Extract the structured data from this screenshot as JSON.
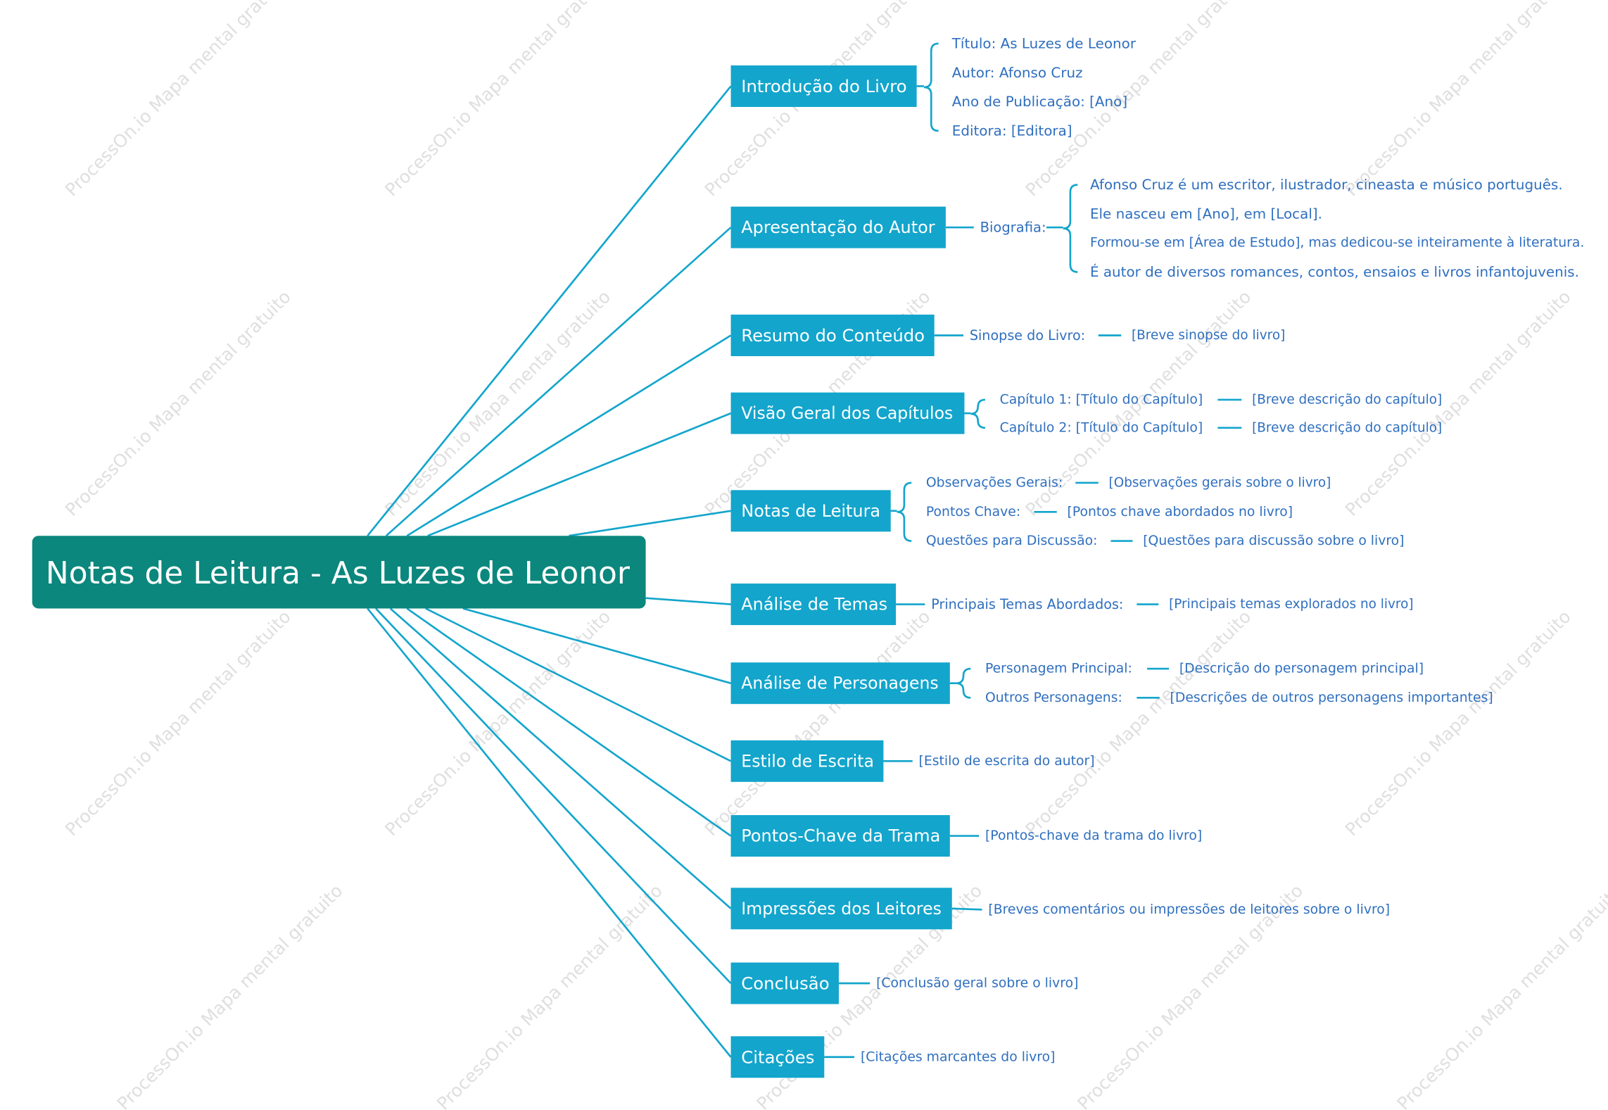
{
  "root": {
    "text": "Notas de Leitura - As Luzes de Leonor"
  },
  "watermark": "ProcessOn.io Mapa mental gratuito",
  "colors": {
    "root": "#0b877d",
    "branch": "#13a5cc",
    "line": "#13a5cc",
    "leaf_text": "#2f6fbf"
  },
  "branches": [
    {
      "label": "Introdução do Livro",
      "children": [
        {
          "text": "Título: As Luzes de Leonor"
        },
        {
          "text": "Autor: Afonso Cruz"
        },
        {
          "text": "Ano de Publicação: [Ano]"
        },
        {
          "text": "Editora: [Editora]"
        }
      ]
    },
    {
      "label": "Apresentação do Autor",
      "children": [
        {
          "text": "Biografia:",
          "children": [
            {
              "text": "Afonso Cruz é um escritor, ilustrador, cineasta e músico português."
            },
            {
              "text": "Ele nasceu em [Ano], em [Local]."
            },
            {
              "text": "Formou-se em [Área de Estudo], mas dedicou-se inteiramente à literatura."
            },
            {
              "text": "É autor de diversos romances, contos, ensaios e livros infantojuvenis."
            }
          ]
        }
      ]
    },
    {
      "label": "Resumo do Conteúdo",
      "children": [
        {
          "text": "Sinopse do Livro:",
          "children": [
            {
              "text": "[Breve sinopse do livro]"
            }
          ]
        }
      ]
    },
    {
      "label": "Visão Geral dos Capítulos",
      "children": [
        {
          "text": "Capítulo 1: [Título do Capítulo]",
          "children": [
            {
              "text": "[Breve descrição do capítulo]"
            }
          ]
        },
        {
          "text": "Capítulo 2: [Título do Capítulo]",
          "children": [
            {
              "text": "[Breve descrição do capítulo]"
            }
          ]
        }
      ]
    },
    {
      "label": "Notas de Leitura",
      "children": [
        {
          "text": "Observações Gerais:",
          "children": [
            {
              "text": "[Observações gerais sobre o livro]"
            }
          ]
        },
        {
          "text": "Pontos Chave:",
          "children": [
            {
              "text": "[Pontos chave abordados no livro]"
            }
          ]
        },
        {
          "text": "Questões para Discussão:",
          "children": [
            {
              "text": "[Questões para discussão sobre o livro]"
            }
          ]
        }
      ]
    },
    {
      "label": "Análise de Temas",
      "children": [
        {
          "text": "Principais Temas Abordados:",
          "children": [
            {
              "text": "[Principais temas explorados no livro]"
            }
          ]
        }
      ]
    },
    {
      "label": "Análise de Personagens",
      "children": [
        {
          "text": "Personagem Principal:",
          "children": [
            {
              "text": "[Descrição do personagem principal]"
            }
          ]
        },
        {
          "text": "Outros Personagens:",
          "children": [
            {
              "text": "[Descrições de outros personagens importantes]"
            }
          ]
        }
      ]
    },
    {
      "label": "Estilo de Escrita",
      "children": [
        {
          "text": "[Estilo de escrita do autor]"
        }
      ]
    },
    {
      "label": "Pontos-Chave da Trama",
      "children": [
        {
          "text": "[Pontos-chave da trama do livro]"
        }
      ]
    },
    {
      "label": "Impressões dos Leitores",
      "children": [
        {
          "text": "[Breves comentários ou impressões de leitores sobre o livro]"
        }
      ]
    },
    {
      "label": "Conclusão",
      "children": [
        {
          "text": "[Conclusão geral sobre o livro]"
        }
      ]
    },
    {
      "label": "Citações",
      "children": [
        {
          "text": "[Citações marcantes do livro]"
        }
      ]
    }
  ]
}
